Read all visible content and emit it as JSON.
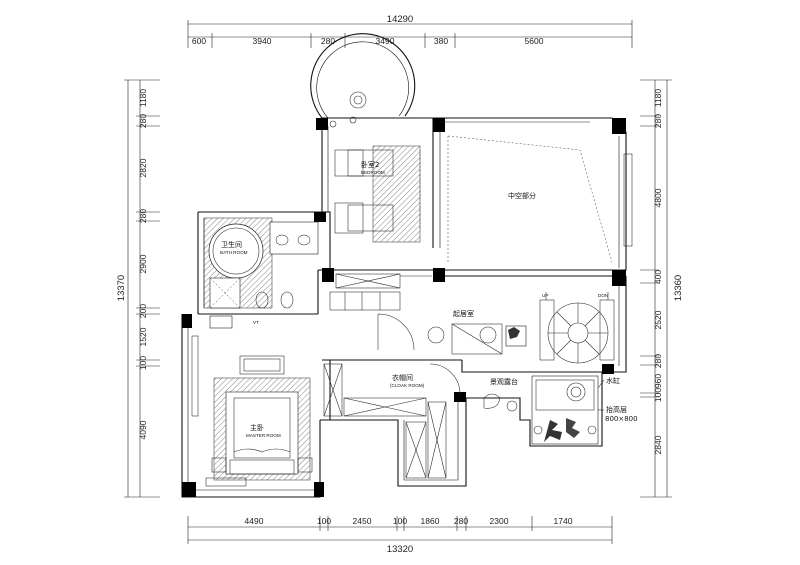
{
  "dimensions": {
    "top_total": "14290",
    "top_segments": [
      "600",
      "3940",
      "280",
      "3490",
      "380",
      "5600"
    ],
    "bottom_total": "13320",
    "bottom_segments": [
      "4490",
      "100",
      "2450",
      "100",
      "1860",
      "280",
      "2300",
      "1740"
    ],
    "left_total": "13370",
    "left_segments": [
      "1180",
      "280",
      "2820",
      "280",
      "2900",
      "200",
      "1520",
      "100",
      "4090"
    ],
    "right_total": "13360",
    "right_segments": [
      "1180",
      "280",
      "4800",
      "400",
      "2520",
      "280",
      "960",
      "100",
      "2840"
    ]
  },
  "rooms": {
    "bedroom2": "卧室2",
    "bedroom2_en": "BEDROOM",
    "void": "中空部分",
    "bathroom": "卫生间",
    "bathroom_en": "BATH ROOM",
    "living": "起居室",
    "cloak": "衣帽间",
    "cloak_en": "(CLOAK ROOM)",
    "terrace": "景观露台",
    "master": "主卧",
    "master_en": "MASTER ROOM",
    "water_tank": "水缸",
    "raised_floor": "抬高层",
    "raised_floor_size": "800×800"
  },
  "labels": {
    "stair_up": "UP",
    "stair_down": "DON",
    "vt": "VT"
  }
}
